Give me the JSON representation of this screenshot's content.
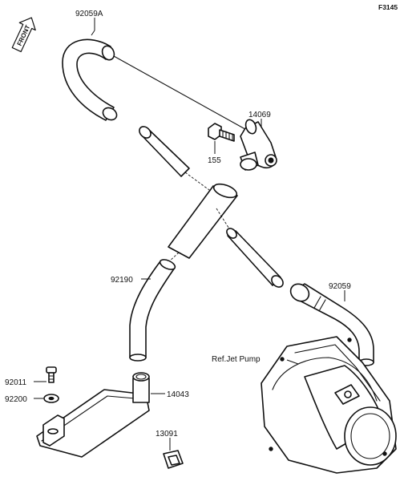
{
  "figure_code": "F3145",
  "front_indicator": "FRONT",
  "reference_label": "Ref.Jet Pump",
  "parts": {
    "hose_upper": "92059A",
    "fitting": "14069",
    "bolt": "155",
    "hose_bend": "92190",
    "hose_right": "92059",
    "screw": "92011",
    "washer": "92200",
    "cover": "14043",
    "clamp": "13091"
  }
}
